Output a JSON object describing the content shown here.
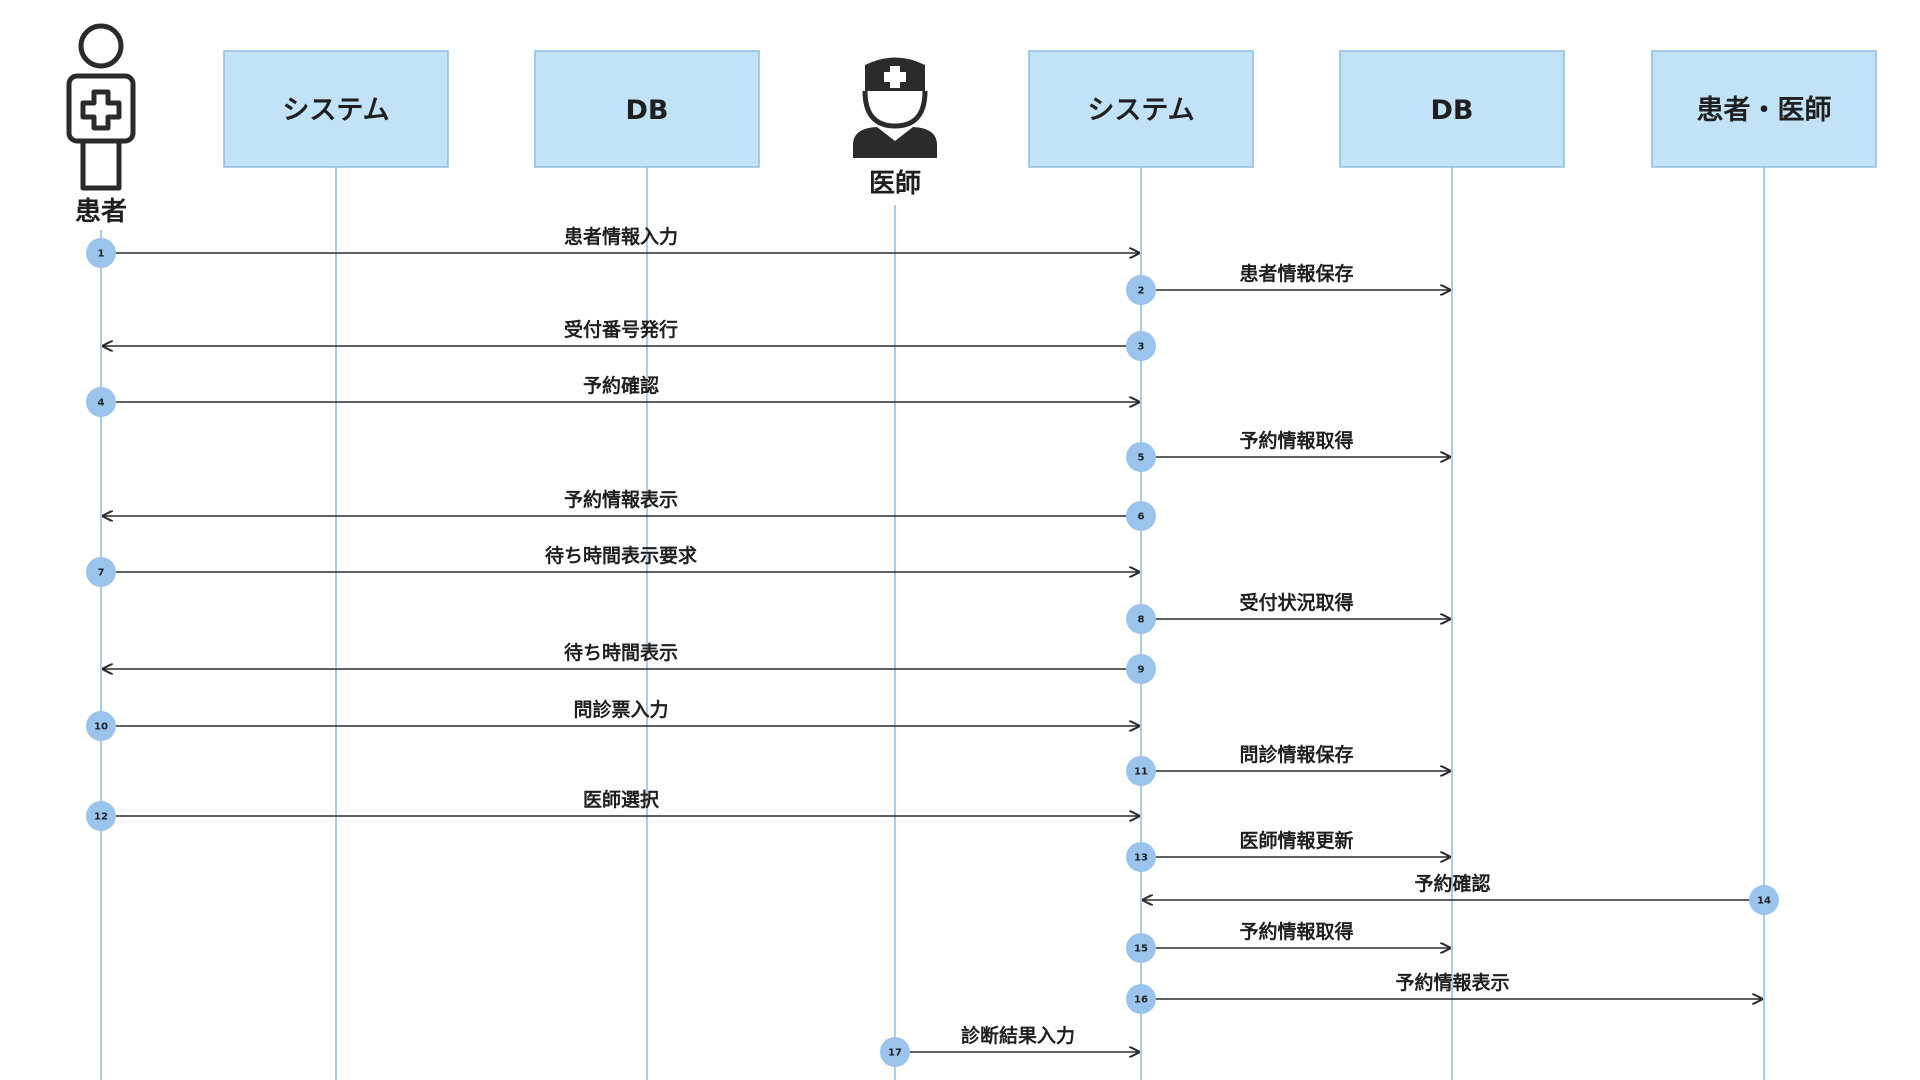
{
  "participants": [
    {
      "id": "patient",
      "kind": "actor",
      "label": "患者"
    },
    {
      "id": "system1",
      "kind": "box",
      "label": "システム"
    },
    {
      "id": "db1",
      "kind": "box",
      "label": "DB"
    },
    {
      "id": "doctor",
      "kind": "actor",
      "label": "医師"
    },
    {
      "id": "system2",
      "kind": "box",
      "label": "システム"
    },
    {
      "id": "db2",
      "kind": "box",
      "label": "DB"
    },
    {
      "id": "patient-doctor",
      "kind": "box",
      "label": "患者・医師"
    }
  ],
  "messages": [
    {
      "num": "1",
      "from": "patient",
      "to": "system2",
      "label": "患者情報入力"
    },
    {
      "num": "2",
      "from": "system2",
      "to": "db2",
      "label": "患者情報保存"
    },
    {
      "num": "3",
      "from": "system2",
      "to": "patient",
      "label": "受付番号発行"
    },
    {
      "num": "4",
      "from": "patient",
      "to": "system2",
      "label": "予約確認"
    },
    {
      "num": "5",
      "from": "system2",
      "to": "db2",
      "label": "予約情報取得"
    },
    {
      "num": "6",
      "from": "system2",
      "to": "patient",
      "label": "予約情報表示"
    },
    {
      "num": "7",
      "from": "patient",
      "to": "system2",
      "label": "待ち時間表示要求"
    },
    {
      "num": "8",
      "from": "system2",
      "to": "db2",
      "label": "受付状況取得"
    },
    {
      "num": "9",
      "from": "system2",
      "to": "patient",
      "label": "待ち時間表示"
    },
    {
      "num": "10",
      "from": "patient",
      "to": "system2",
      "label": "問診票入力"
    },
    {
      "num": "11",
      "from": "system2",
      "to": "db2",
      "label": "問診情報保存"
    },
    {
      "num": "12",
      "from": "patient",
      "to": "system2",
      "label": "医師選択"
    },
    {
      "num": "13",
      "from": "system2",
      "to": "db2",
      "label": "医師情報更新"
    },
    {
      "num": "14",
      "from": "patient-doctor",
      "to": "system2",
      "label": "予約確認"
    },
    {
      "num": "15",
      "from": "system2",
      "to": "db2",
      "label": "予約情報取得"
    },
    {
      "num": "16",
      "from": "system2",
      "to": "patient-doctor",
      "label": "予約情報表示"
    },
    {
      "num": "17",
      "from": "doctor",
      "to": "system2",
      "label": "診断結果入力"
    }
  ]
}
